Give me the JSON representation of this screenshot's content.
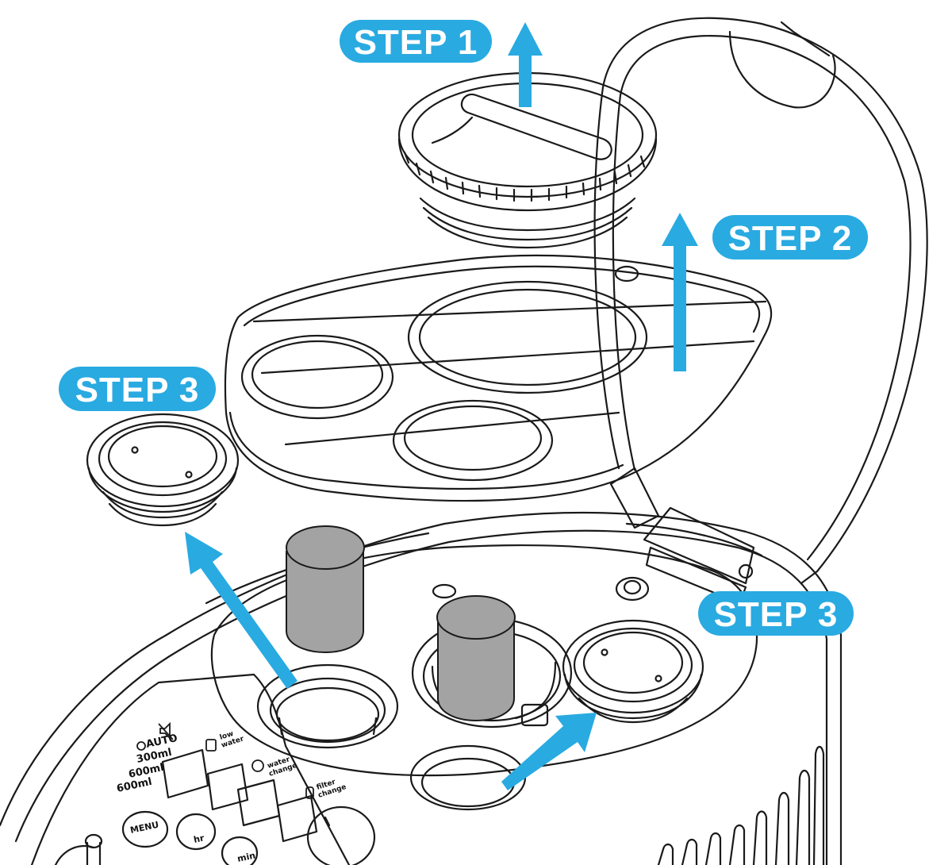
{
  "colors": {
    "accent": "#29aae1",
    "outline": "#1a1a1a",
    "filter": "#a3a3a3",
    "background": "#ffffff"
  },
  "steps": {
    "step1": "STEP 1",
    "step2": "STEP 2",
    "step3_left": "STEP 3",
    "step3_right": "STEP 3"
  },
  "panel": {
    "modes": [
      "AUTO",
      "300ml",
      "600ml",
      "600ml"
    ],
    "low_water": [
      "low",
      "water"
    ],
    "water_change": [
      "water",
      "change"
    ],
    "filter_change": [
      "filter",
      "change"
    ],
    "buttons": {
      "menu": "MENU",
      "hr": "hr",
      "min": "min"
    }
  },
  "icons": [
    "arrow-up-icon",
    "arrow-diagonal-icon",
    "mute-icon",
    "water-drop-icon",
    "cup-icon",
    "filter-icon"
  ]
}
